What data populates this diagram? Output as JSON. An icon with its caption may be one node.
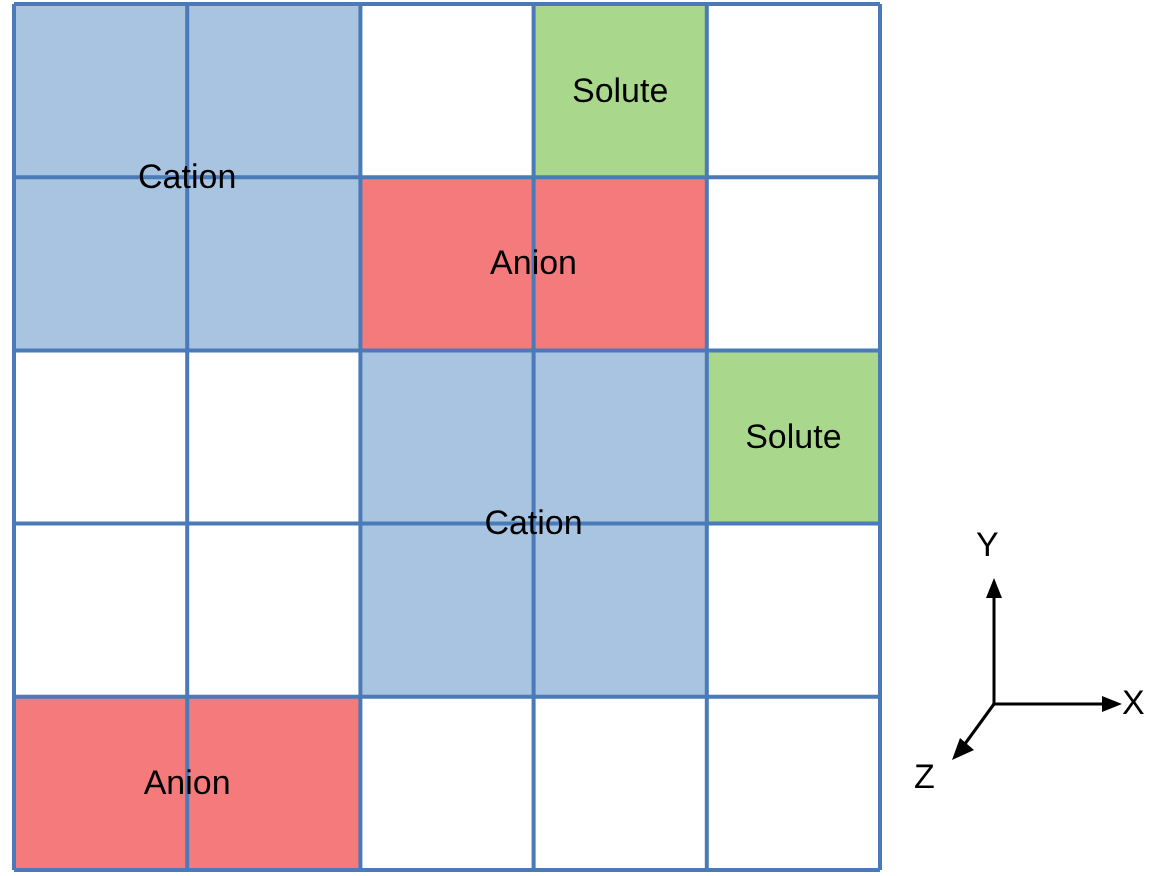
{
  "diagram": {
    "nodes": [
      {
        "text": [
          "Cation"
        ]
      },
      {
        "text": [
          "Solute"
        ]
      },
      {
        "text": [
          "Anion"
        ]
      },
      {
        "text": [
          "Cation"
        ]
      },
      {
        "text": [
          "Solute"
        ]
      },
      {
        "text": [
          "Anion"
        ]
      }
    ],
    "labels": [
      "Y",
      "X",
      "Z"
    ]
  }
}
